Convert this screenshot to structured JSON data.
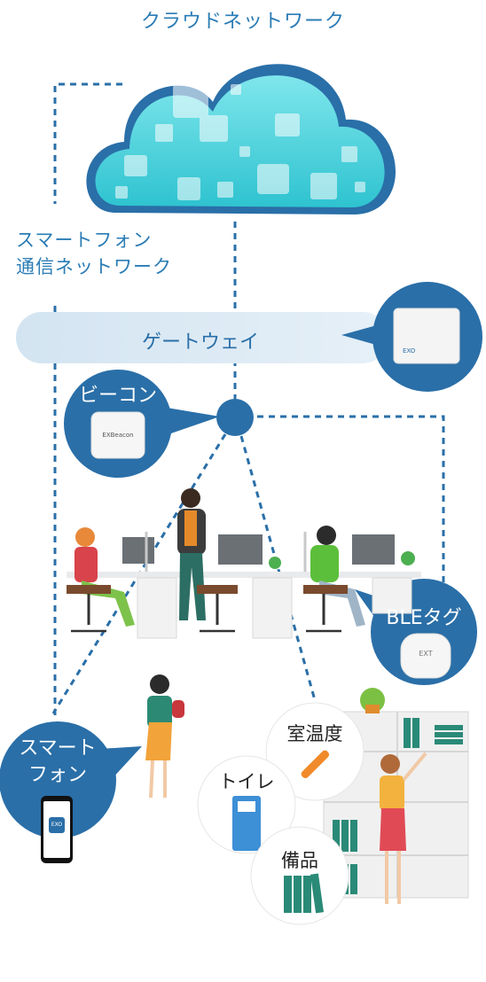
{
  "cloud_label": "クラウドネットワーク",
  "phone_network_label": [
    "スマートフォン",
    "通信ネットワーク"
  ],
  "gateway": {
    "label": "ゲートウェイ",
    "device_text": "EXO"
  },
  "beacon": {
    "label": "ビーコン",
    "device_text": "EXBeacon"
  },
  "ble_tag": {
    "label": "BLEタグ",
    "device_text": "EXT"
  },
  "smartphone": {
    "label": [
      "スマート",
      "フォン"
    ],
    "screen_text": "EXO"
  },
  "room_temp": {
    "label": "室温度"
  },
  "toilet": {
    "label": "トイレ"
  },
  "equipment": {
    "label": "備品"
  },
  "colors": {
    "primary_blue": "#2a6fa8",
    "light_blue_band": "#d5e5f2",
    "cloud_cyan": "#4fd2dc",
    "label_blue": "#2a7cb5"
  }
}
